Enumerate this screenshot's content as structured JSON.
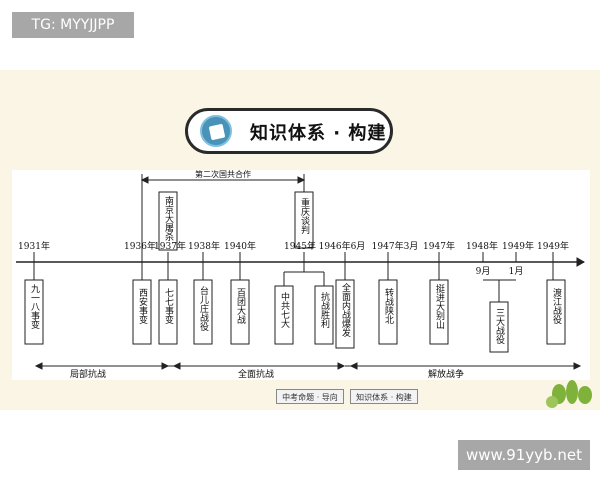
{
  "tag": "TG: MYYJJPP",
  "banner_title": "知识体系 · 构建",
  "nav": {
    "btn1": "中考命题 · 导向",
    "btn2": "知识体系 · 构建"
  },
  "watermark": "www.91yyb.net",
  "diagram": {
    "top_bracket": "第二次国共合作",
    "years": [
      "1931年",
      "1936年",
      "1937年",
      "1938年",
      "1940年",
      "1945年",
      "1946年6月",
      "1947年3月",
      "1947年",
      "1948年",
      "1949年",
      "1949年"
    ],
    "months_below": [
      "9月",
      "1月"
    ],
    "events_above": [
      "南京大屠杀",
      "重庆谈判"
    ],
    "events_below": [
      "九一八事变",
      "西安事变",
      "七七事变",
      "台儿庄战役",
      "百团大战",
      "中共七大",
      "抗战胜利",
      "全面内战爆发",
      "转战陕北",
      "挺进大别山",
      "三大战役",
      "渡江战役"
    ],
    "periods": [
      "局部抗战",
      "全面抗战",
      "解放战争"
    ]
  },
  "colors": {
    "panel": "#fbf5e5",
    "line": "#222222",
    "leaf": "#7fb23a"
  }
}
